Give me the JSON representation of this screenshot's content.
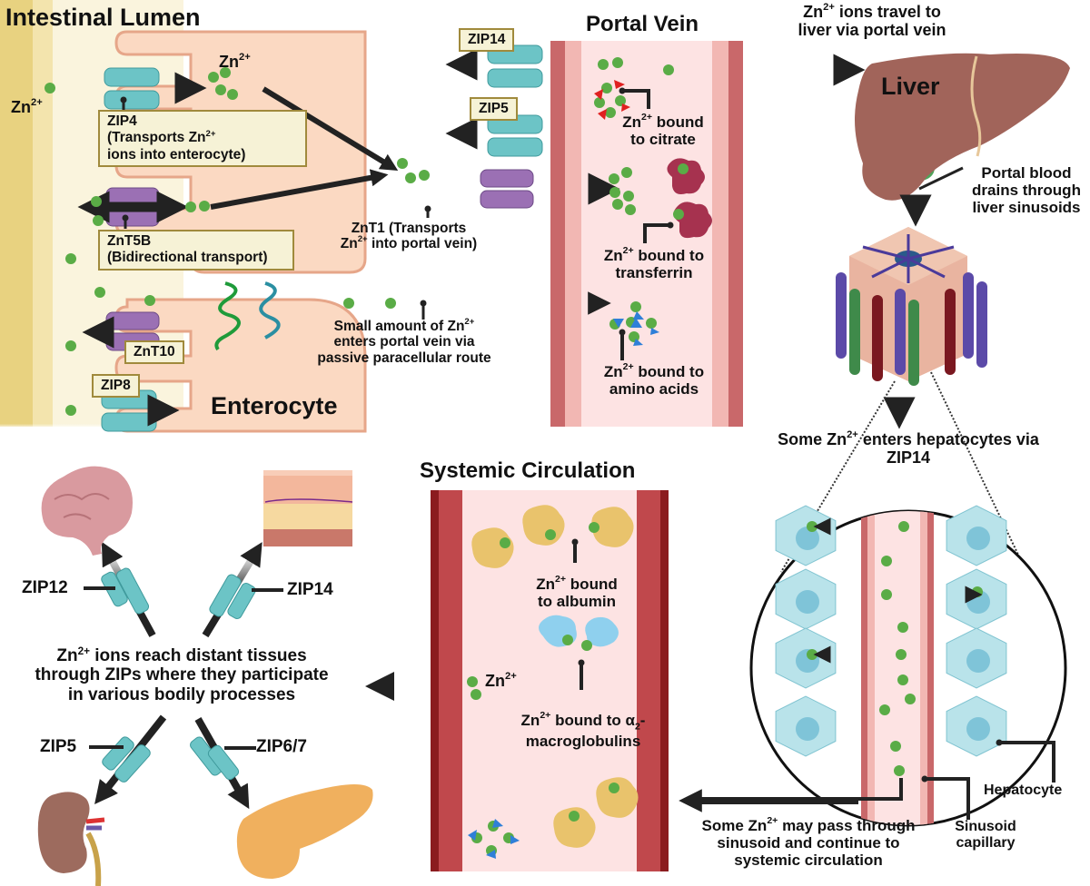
{
  "title": "Zinc absorption, transport and distribution",
  "regions": {
    "lumen": "Intestinal Lumen",
    "enterocyte": "Enterocyte",
    "portal_vein": "Portal Vein",
    "liver": "Liver",
    "systemic": "Systemic Circulation"
  },
  "ion": {
    "base": "Zn",
    "charge": "2+"
  },
  "transporters": {
    "zip4": {
      "name": "ZIP4",
      "desc_pre": "(Transports Zn",
      "desc_post": "ions into enterocyte)"
    },
    "znt5b": {
      "name": "ZnT5B",
      "desc": "(Bidirectional transport)"
    },
    "znt10": {
      "name": "ZnT10"
    },
    "zip8": {
      "name": "ZIP8"
    },
    "zip14_top": {
      "name": "ZIP14"
    },
    "zip5_top": {
      "name": "ZIP5"
    },
    "znt1": {
      "line1": "ZnT1 (Transports",
      "line2_post": "into portal vein)"
    }
  },
  "portal_labels": {
    "citrate": {
      "post1": "bound",
      "line2": "to citrate"
    },
    "transferrin": {
      "post1": "bound to",
      "line2": "transferrin"
    },
    "amino": {
      "post1": "bound to",
      "line2": "amino acids"
    },
    "paracellular": {
      "line1_pre": "Small amount of Zn",
      "line2": "enters portal vein via",
      "line3": "passive paracellular route"
    }
  },
  "liver_labels": {
    "travel_line1_post": "ions travel to",
    "travel_line2": "liver via portal vein",
    "drain": [
      "Portal blood",
      "drains through",
      "liver sinusoids"
    ],
    "enter_pre": "Some Zn",
    "enter_post": "enters hepatocytes via",
    "enter_line2": "ZIP14"
  },
  "zoom_labels": {
    "hepatocyte": "Hepatocyte",
    "sinusoid": [
      "Sinusoid",
      "capillary"
    ],
    "pass_pre": "Some Zn",
    "pass_post": "may pass through",
    "pass_line2": "sinusoid and continue to",
    "pass_line3": "systemic circulation"
  },
  "systemic_labels": {
    "albumin": {
      "post1": "bound",
      "line2": "to albumin"
    },
    "macro": {
      "post1": "bound to α",
      "sub": "2",
      "dash": "-",
      "line2": "macroglobulins"
    },
    "free": "Zn"
  },
  "tissues": {
    "center_line1_post": "ions reach distant tissues",
    "center_line2": "through ZIPs where they participate",
    "center_line3": "in various bodily processes",
    "items": [
      {
        "organ": "brain",
        "transporter": "ZIP12"
      },
      {
        "organ": "skin",
        "transporter": "ZIP14"
      },
      {
        "organ": "kidney",
        "transporter": "ZIP5"
      },
      {
        "organ": "pancreas",
        "transporter": "ZIP6/7"
      }
    ]
  },
  "colors": {
    "zinc": "#5aac46",
    "zip": "#6cc4c6",
    "znt": "#9b70b4",
    "enterocyte": "#fbd9c2",
    "vessel_wall": "#c85b5e",
    "vessel_lumen": "#fde3e3",
    "liver": "#a1645a",
    "hepatocyte": "#b9e3ea",
    "albumin": "#e9c36c",
    "macroglobulin": "#8fd0ee",
    "transferrin": "#a6324f",
    "citrate": "#e02020",
    "amino_acid": "#2f7fd8"
  }
}
